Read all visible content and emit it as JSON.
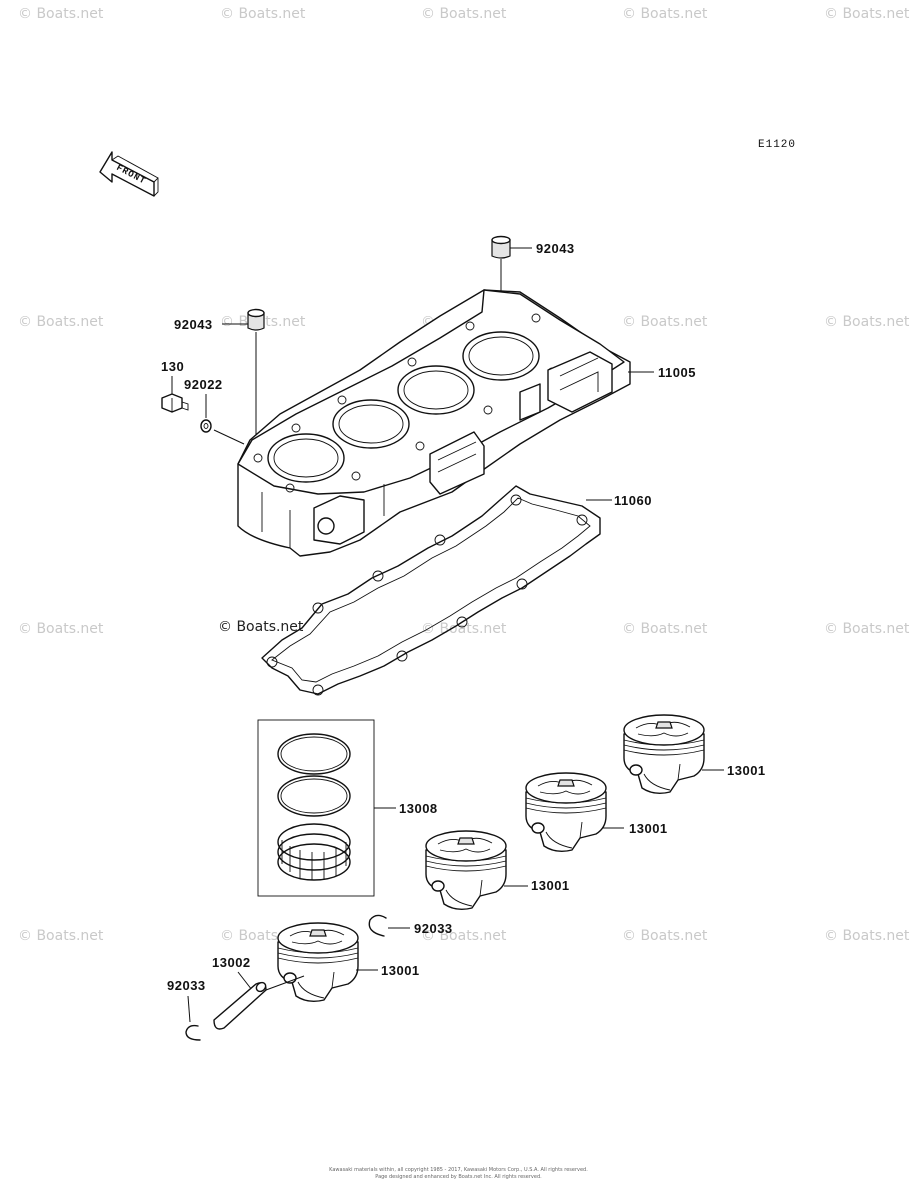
{
  "watermark": {
    "text": "© Boats.net",
    "color": "#c9c9c9"
  },
  "diagram": {
    "figure_code": "E1120",
    "front_label": "FRONT",
    "parts": {
      "dowel_pin_upper": "92043",
      "dowel_pin_left": "92043",
      "bolt": "130",
      "washer": "92022",
      "cylinder": "11005",
      "gasket": "11060",
      "piston_ring_set": "13008",
      "piston_1": "13001",
      "piston_2": "13001",
      "piston_3": "13001",
      "piston_4": "13001",
      "snap_ring_right": "92033",
      "snap_ring_left": "92033",
      "piston_pin": "13002"
    }
  },
  "footer": {
    "line1": "Kawasaki materials within, all copyright 1985 - 2017, Kawasaki Motors Corp., U.S.A. All rights reserved.",
    "line2": "Page designed and enhanced by Boats.net Inc. All rights reserved."
  }
}
